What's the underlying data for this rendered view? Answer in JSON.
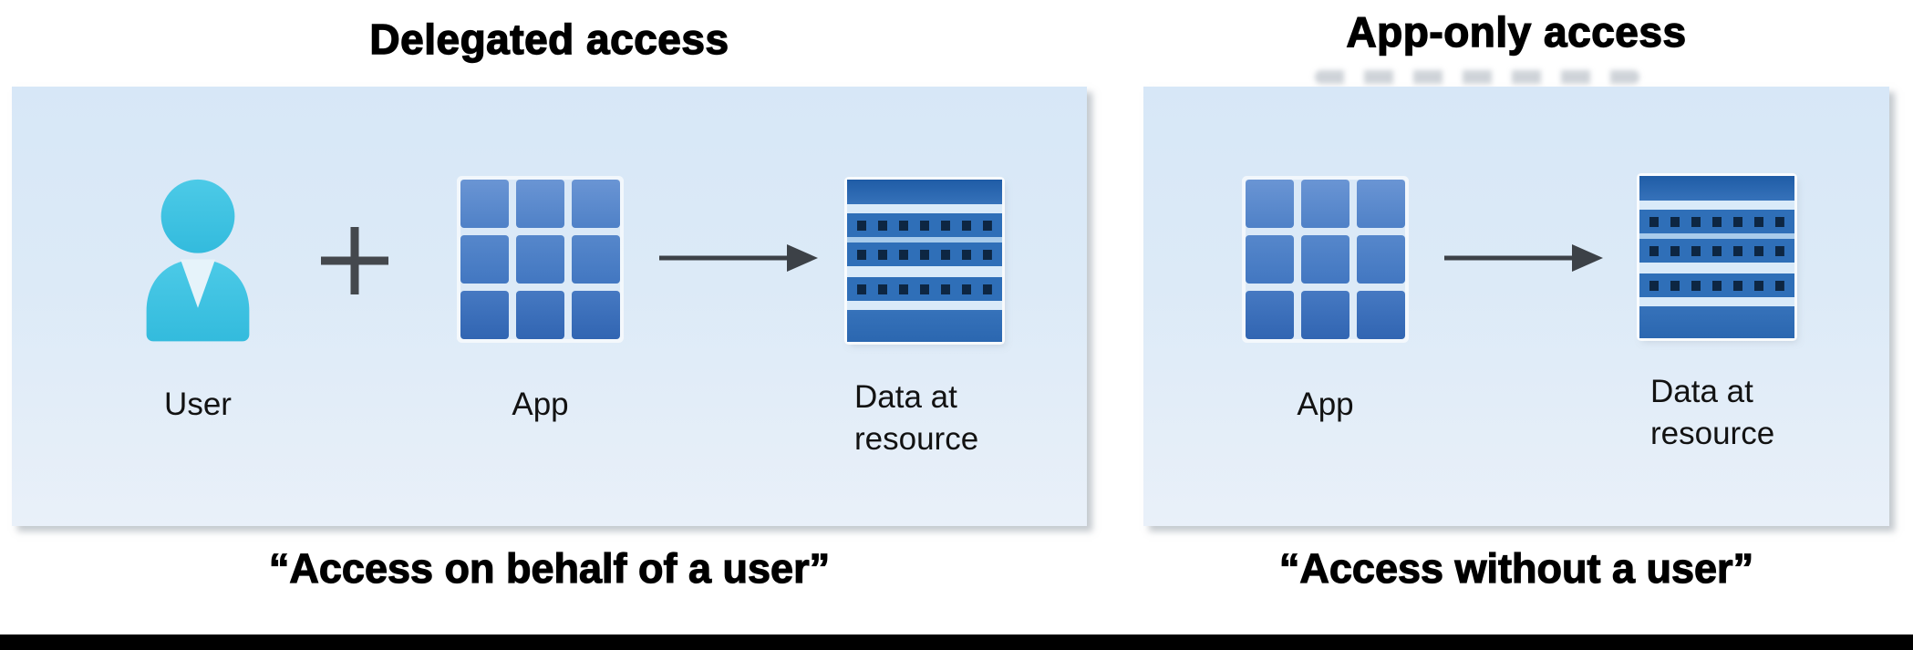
{
  "colors": {
    "panel_blue": "#dce9f7",
    "person_cyan": "#41c4e2",
    "grid_blue": "#4a7ec6",
    "resource_blue": "#2e6db6",
    "connector_gray": "#3c4147",
    "footer_black": "#000000"
  },
  "delegated": {
    "title": "Delegated access",
    "caption": "“Access on behalf of a user”",
    "user_label": "User",
    "app_label": "App",
    "data_label_line1": "Data at",
    "data_label_line2": "resource"
  },
  "app_only": {
    "title": "App-only access",
    "caption": "“Access without a user”",
    "app_label": "App",
    "data_label_line1": "Data at",
    "data_label_line2": "resource"
  }
}
